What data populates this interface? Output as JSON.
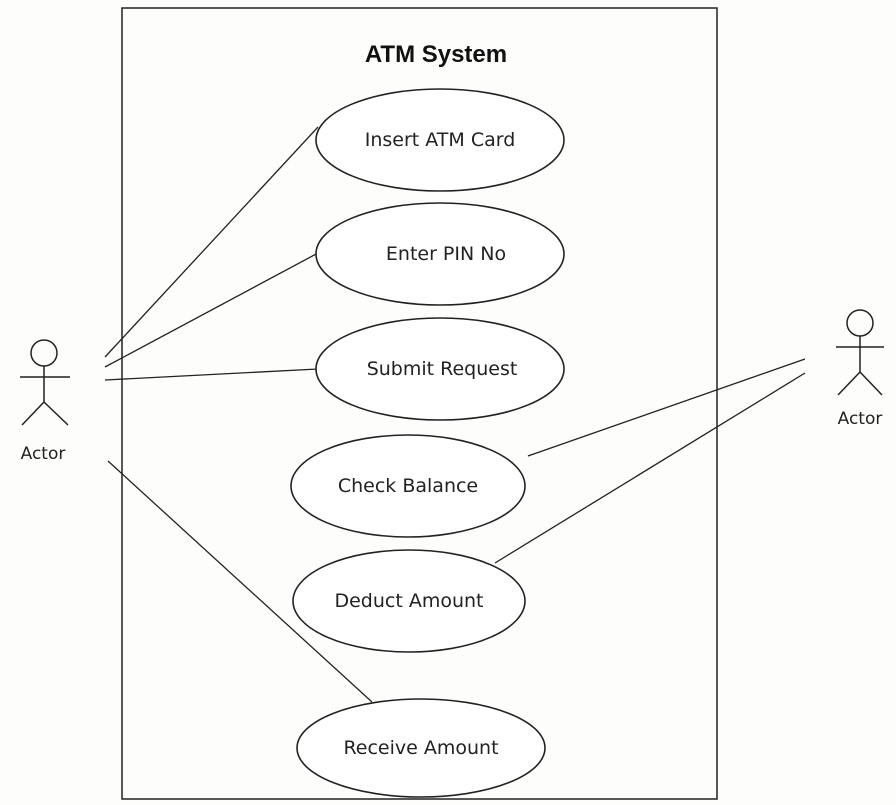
{
  "system": {
    "title": "ATM System"
  },
  "actors": [
    {
      "id": "left",
      "label": "Actor"
    },
    {
      "id": "right",
      "label": "Actor"
    }
  ],
  "use_cases": [
    {
      "id": "insert",
      "label": "Insert ATM Card"
    },
    {
      "id": "pin",
      "label": "Enter PIN No"
    },
    {
      "id": "submit",
      "label": "Submit Request"
    },
    {
      "id": "balance",
      "label": "Check Balance"
    },
    {
      "id": "deduct",
      "label": "Deduct Amount"
    },
    {
      "id": "receive",
      "label": "Receive Amount"
    }
  ],
  "associations": [
    {
      "actor": "left",
      "use_case": "insert"
    },
    {
      "actor": "left",
      "use_case": "pin"
    },
    {
      "actor": "left",
      "use_case": "submit"
    },
    {
      "actor": "left",
      "use_case": "receive"
    },
    {
      "actor": "right",
      "use_case": "balance"
    },
    {
      "actor": "right",
      "use_case": "deduct"
    }
  ],
  "colors": {
    "stroke": "#222222",
    "background": "#fdfdfb",
    "ellipse_fill": "#ffffff"
  }
}
